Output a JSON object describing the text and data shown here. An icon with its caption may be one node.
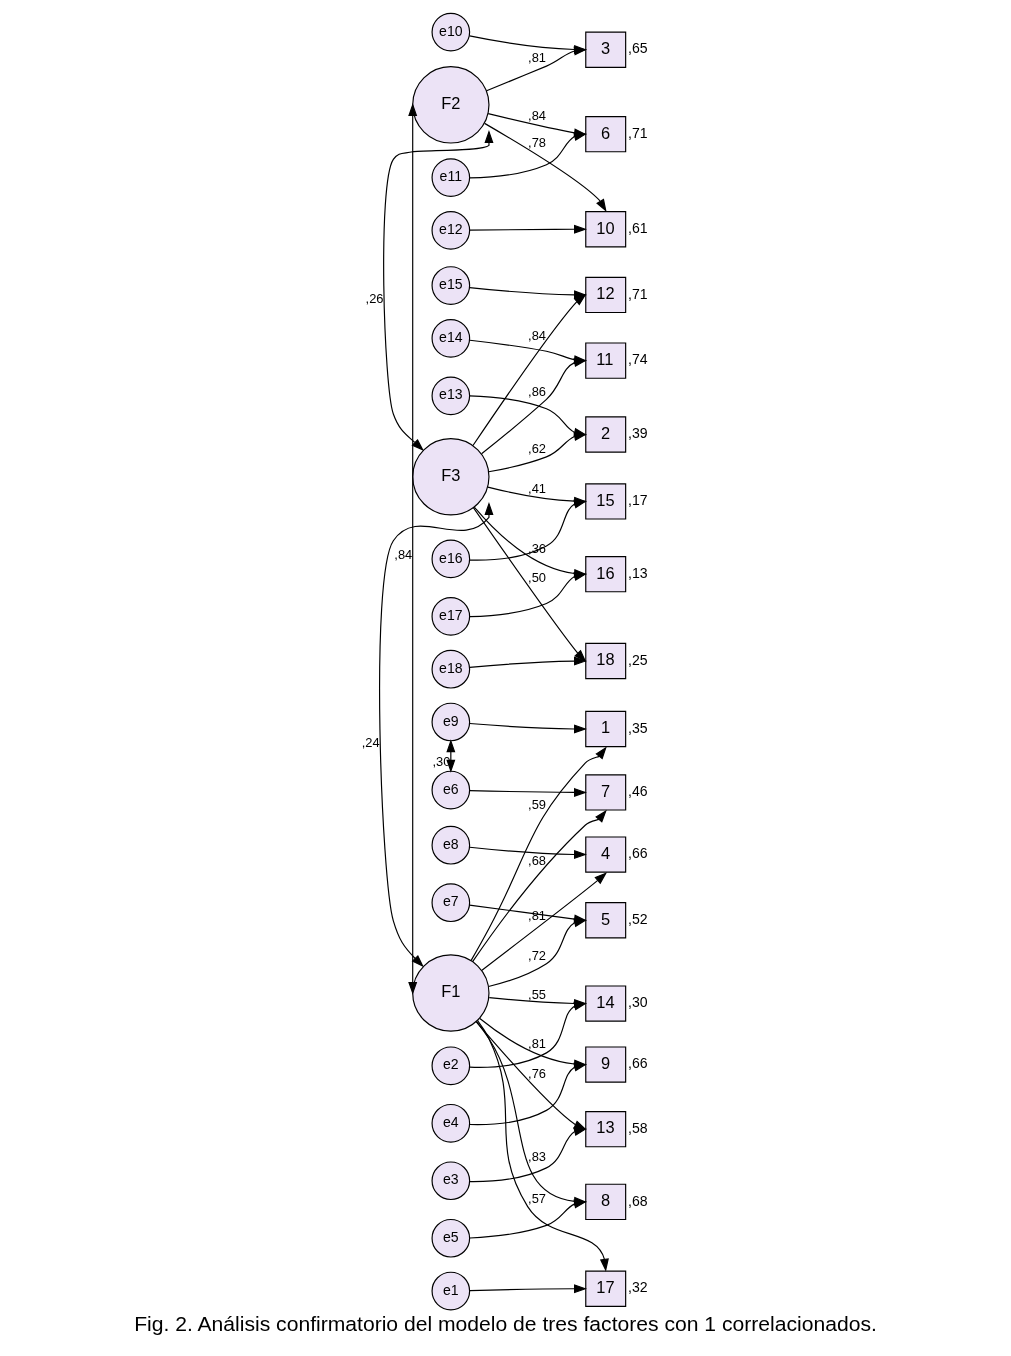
{
  "diagram": {
    "caption": "Fig. 2. Análisis confirmatorio del modelo de tres factores con 1 correlacionados.",
    "nodes": [
      {
        "text": [
          "e10"
        ]
      },
      {
        "text": [
          "e11"
        ]
      },
      {
        "text": [
          "e12"
        ]
      },
      {
        "text": [
          "3"
        ],
        "beside": [
          ",65"
        ]
      },
      {
        "text": [
          "6"
        ],
        "beside": [
          ",71"
        ]
      },
      {
        "text": [
          "10"
        ],
        "beside": [
          ",61"
        ]
      },
      {
        "text": [
          "F2"
        ]
      },
      {
        "text": [
          "e9"
        ]
      },
      {
        "text": [
          "1"
        ],
        "beside": [
          ",35"
        ]
      },
      {
        "text": [
          "e8"
        ]
      },
      {
        "text": [
          "4"
        ],
        "beside": [
          ",66"
        ]
      },
      {
        "text": [
          "e7"
        ]
      },
      {
        "text": [
          "5"
        ],
        "beside": [
          ",52"
        ]
      },
      {
        "text": [
          "e6"
        ]
      },
      {
        "text": [
          "7"
        ],
        "beside": [
          ",46"
        ]
      },
      {
        "text": [
          "e5"
        ]
      },
      {
        "text": [
          "8"
        ],
        "beside": [
          ",68"
        ]
      },
      {
        "text": [
          "e4"
        ]
      },
      {
        "text": [
          "9"
        ],
        "beside": [
          ",66"
        ]
      },
      {
        "text": [
          "e3"
        ]
      },
      {
        "text": [
          "13"
        ],
        "beside": [
          ",58"
        ]
      },
      {
        "text": [
          "e2"
        ]
      },
      {
        "text": [
          "14"
        ],
        "beside": [
          ",30"
        ]
      },
      {
        "text": [
          "e1"
        ]
      },
      {
        "text": [
          "17"
        ],
        "beside": [
          ",32"
        ]
      },
      {
        "text": [
          "F1"
        ]
      },
      {
        "text": [
          "F3"
        ]
      },
      {
        "text": [
          "2"
        ],
        "beside": [
          ",39"
        ]
      },
      {
        "text": [
          "e13"
        ]
      },
      {
        "text": [
          "11"
        ],
        "beside": [
          ",74"
        ]
      },
      {
        "text": [
          "e14"
        ]
      },
      {
        "text": [
          "12"
        ],
        "beside": [
          ",71"
        ]
      },
      {
        "text": [
          "e15"
        ]
      },
      {
        "text": [
          "15"
        ],
        "beside": [
          ",17"
        ]
      },
      {
        "text": [
          "e16"
        ]
      },
      {
        "text": [
          "16"
        ],
        "beside": [
          ",13"
        ]
      },
      {
        "text": [
          "e17"
        ]
      },
      {
        "text": [
          "18"
        ],
        "beside": [
          ",25"
        ]
      },
      {
        "text": [
          "e18"
        ]
      }
    ],
    "edges": [
      {
        "from": 0,
        "to": 3,
        "arrow": "to"
      },
      {
        "from": 1,
        "to": 4,
        "arrow": "to"
      },
      {
        "from": 2,
        "to": 5,
        "arrow": "to"
      },
      {
        "from": 6,
        "to": 3,
        "arrow": "to",
        "label": ",81"
      },
      {
        "from": 6,
        "to": 4,
        "arrow": "to",
        "label": ",84"
      },
      {
        "from": 6,
        "to": 5,
        "arrow": "to",
        "label": ",78"
      },
      {
        "from": 7,
        "to": 13,
        "arrow": "both",
        "label": ",30"
      },
      {
        "from": 7,
        "to": 8,
        "arrow": "to"
      },
      {
        "from": 9,
        "to": 10,
        "arrow": "to"
      },
      {
        "from": 11,
        "to": 12,
        "arrow": "to"
      },
      {
        "from": 13,
        "to": 14,
        "arrow": "to"
      },
      {
        "from": 15,
        "to": 16,
        "arrow": "to"
      },
      {
        "from": 17,
        "to": 18,
        "arrow": "to"
      },
      {
        "from": 19,
        "to": 20,
        "arrow": "to"
      },
      {
        "from": 21,
        "to": 22,
        "arrow": "to"
      },
      {
        "from": 23,
        "to": 24,
        "arrow": "to"
      },
      {
        "from": 25,
        "to": 6,
        "arrow": "both",
        "label": ",84"
      },
      {
        "from": 6,
        "to": 26,
        "arrow": "both",
        "label": ",26"
      },
      {
        "from": 25,
        "to": 26,
        "arrow": "both",
        "label": ",24"
      },
      {
        "from": 25,
        "to": 8,
        "arrow": "to",
        "label": ",59"
      },
      {
        "from": 25,
        "to": 10,
        "arrow": "to",
        "label": ",81"
      },
      {
        "from": 25,
        "to": 12,
        "arrow": "to",
        "label": ",72"
      },
      {
        "from": 25,
        "to": 14,
        "arrow": "to",
        "label": ",68"
      },
      {
        "from": 25,
        "to": 16,
        "arrow": "to",
        "label": ",83"
      },
      {
        "from": 25,
        "to": 18,
        "arrow": "to",
        "label": ",81"
      },
      {
        "from": 25,
        "to": 20,
        "arrow": "to",
        "label": ",76"
      },
      {
        "from": 25,
        "to": 22,
        "arrow": "to",
        "label": ",55"
      },
      {
        "from": 25,
        "to": 24,
        "arrow": "to",
        "label": ",57"
      },
      {
        "from": 26,
        "to": 27,
        "arrow": "to",
        "label": ",62"
      },
      {
        "from": 26,
        "to": 29,
        "arrow": "to",
        "label": ",86"
      },
      {
        "from": 26,
        "to": 31,
        "arrow": "to",
        "label": ",84"
      },
      {
        "from": 26,
        "to": 33,
        "arrow": "to",
        "label": ",41"
      },
      {
        "from": 26,
        "to": 35,
        "arrow": "to",
        "label": ",36"
      },
      {
        "from": 26,
        "to": 37,
        "arrow": "to",
        "label": ",50"
      },
      {
        "from": 28,
        "to": 27,
        "arrow": "to"
      },
      {
        "from": 30,
        "to": 29,
        "arrow": "to"
      },
      {
        "from": 32,
        "to": 31,
        "arrow": "to"
      },
      {
        "from": 34,
        "to": 33,
        "arrow": "to"
      },
      {
        "from": 36,
        "to": 35,
        "arrow": "to"
      },
      {
        "from": 38,
        "to": 37,
        "arrow": "to"
      }
    ]
  }
}
